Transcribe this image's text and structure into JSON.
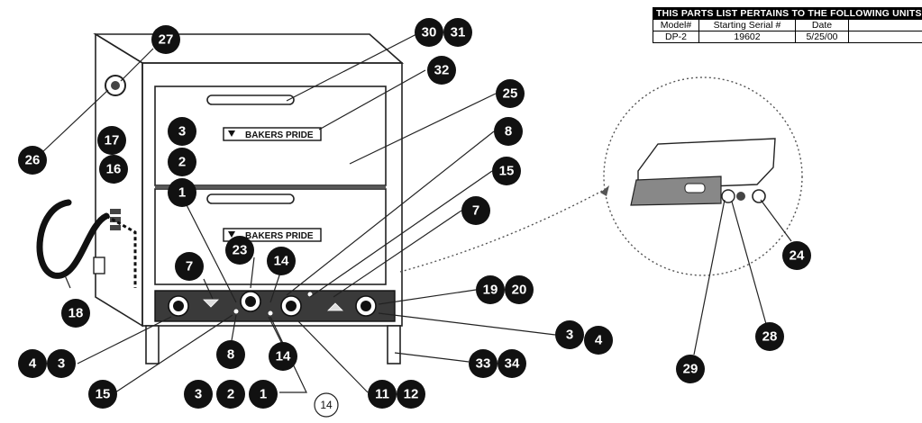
{
  "parts_table": {
    "title": "THIS PARTS LIST PERTAINS TO THE FOLLOWING UNITS",
    "headers": [
      "Model#",
      "Starting Serial #",
      "Date",
      ""
    ],
    "rows": [
      [
        "DP-2",
        "19602",
        "5/25/00",
        ""
      ]
    ]
  },
  "logo": {
    "top": "BAKERS PRIDE",
    "bottom": "BAKERS PRIDE"
  },
  "callouts": [
    {
      "id": "c30",
      "label": "30"
    },
    {
      "id": "c31",
      "label": "31"
    },
    {
      "id": "c32",
      "label": "32"
    },
    {
      "id": "c25",
      "label": "25"
    },
    {
      "id": "c8a",
      "label": "8"
    },
    {
      "id": "c15a",
      "label": "15"
    },
    {
      "id": "c7a",
      "label": "7"
    },
    {
      "id": "c19",
      "label": "19"
    },
    {
      "id": "c20",
      "label": "20"
    },
    {
      "id": "c3a",
      "label": "3"
    },
    {
      "id": "c4a",
      "label": "4"
    },
    {
      "id": "c33",
      "label": "33"
    },
    {
      "id": "c34",
      "label": "34"
    },
    {
      "id": "c11",
      "label": "11"
    },
    {
      "id": "c12",
      "label": "12"
    },
    {
      "id": "c3b",
      "label": "3"
    },
    {
      "id": "c2b",
      "label": "2"
    },
    {
      "id": "c1b",
      "label": "1"
    },
    {
      "id": "c15b",
      "label": "15"
    },
    {
      "id": "c8b",
      "label": "8"
    },
    {
      "id": "c14b",
      "label": "14"
    },
    {
      "id": "c4b",
      "label": "4"
    },
    {
      "id": "c3c",
      "label": "3"
    },
    {
      "id": "c18",
      "label": "18"
    },
    {
      "id": "c26",
      "label": "26"
    },
    {
      "id": "c27",
      "label": "27"
    },
    {
      "id": "c17",
      "label": "17"
    },
    {
      "id": "c16",
      "label": "16"
    },
    {
      "id": "c3d",
      "label": "3"
    },
    {
      "id": "c2d",
      "label": "2"
    },
    {
      "id": "c1d",
      "label": "1"
    },
    {
      "id": "c7b",
      "label": "7"
    },
    {
      "id": "c23",
      "label": "23"
    },
    {
      "id": "c14a",
      "label": "14"
    },
    {
      "id": "c24",
      "label": "24"
    },
    {
      "id": "c28",
      "label": "28"
    },
    {
      "id": "c29",
      "label": "29"
    }
  ],
  "plain_callout": {
    "label": "14"
  }
}
